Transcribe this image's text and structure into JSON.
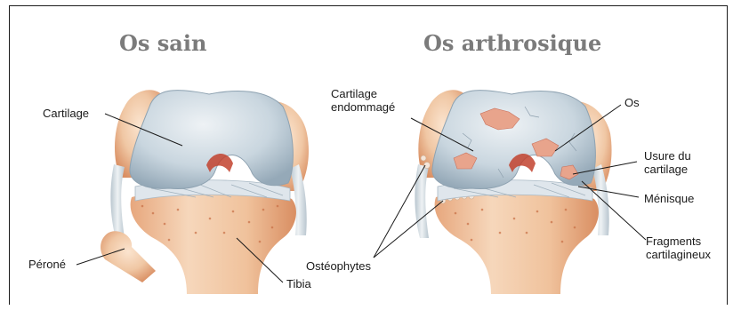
{
  "titles": {
    "healthy": "Os sain",
    "arthritic": "Os arthrosique"
  },
  "labels": {
    "cartilage": "Cartilage",
    "perone": "Péroné",
    "tibia": "Tibia",
    "cartilage_endommage": "Cartilage\nendommagé",
    "os": "Os",
    "usure_du_cartilage": "Usure du\ncartilage",
    "menisque": "Ménisque",
    "fragments_cartilagineux": "Fragments\ncartilagineux",
    "osteophytes": "Ostéophytes"
  },
  "colors": {
    "bone": "#f0c7a4",
    "bone_shadow": "#d98e62",
    "cartilage": "#c9d6df",
    "cartilage_shadow": "#9eb1bf",
    "damage": "#e8a48c",
    "title_gray": "#7b7b7b"
  }
}
